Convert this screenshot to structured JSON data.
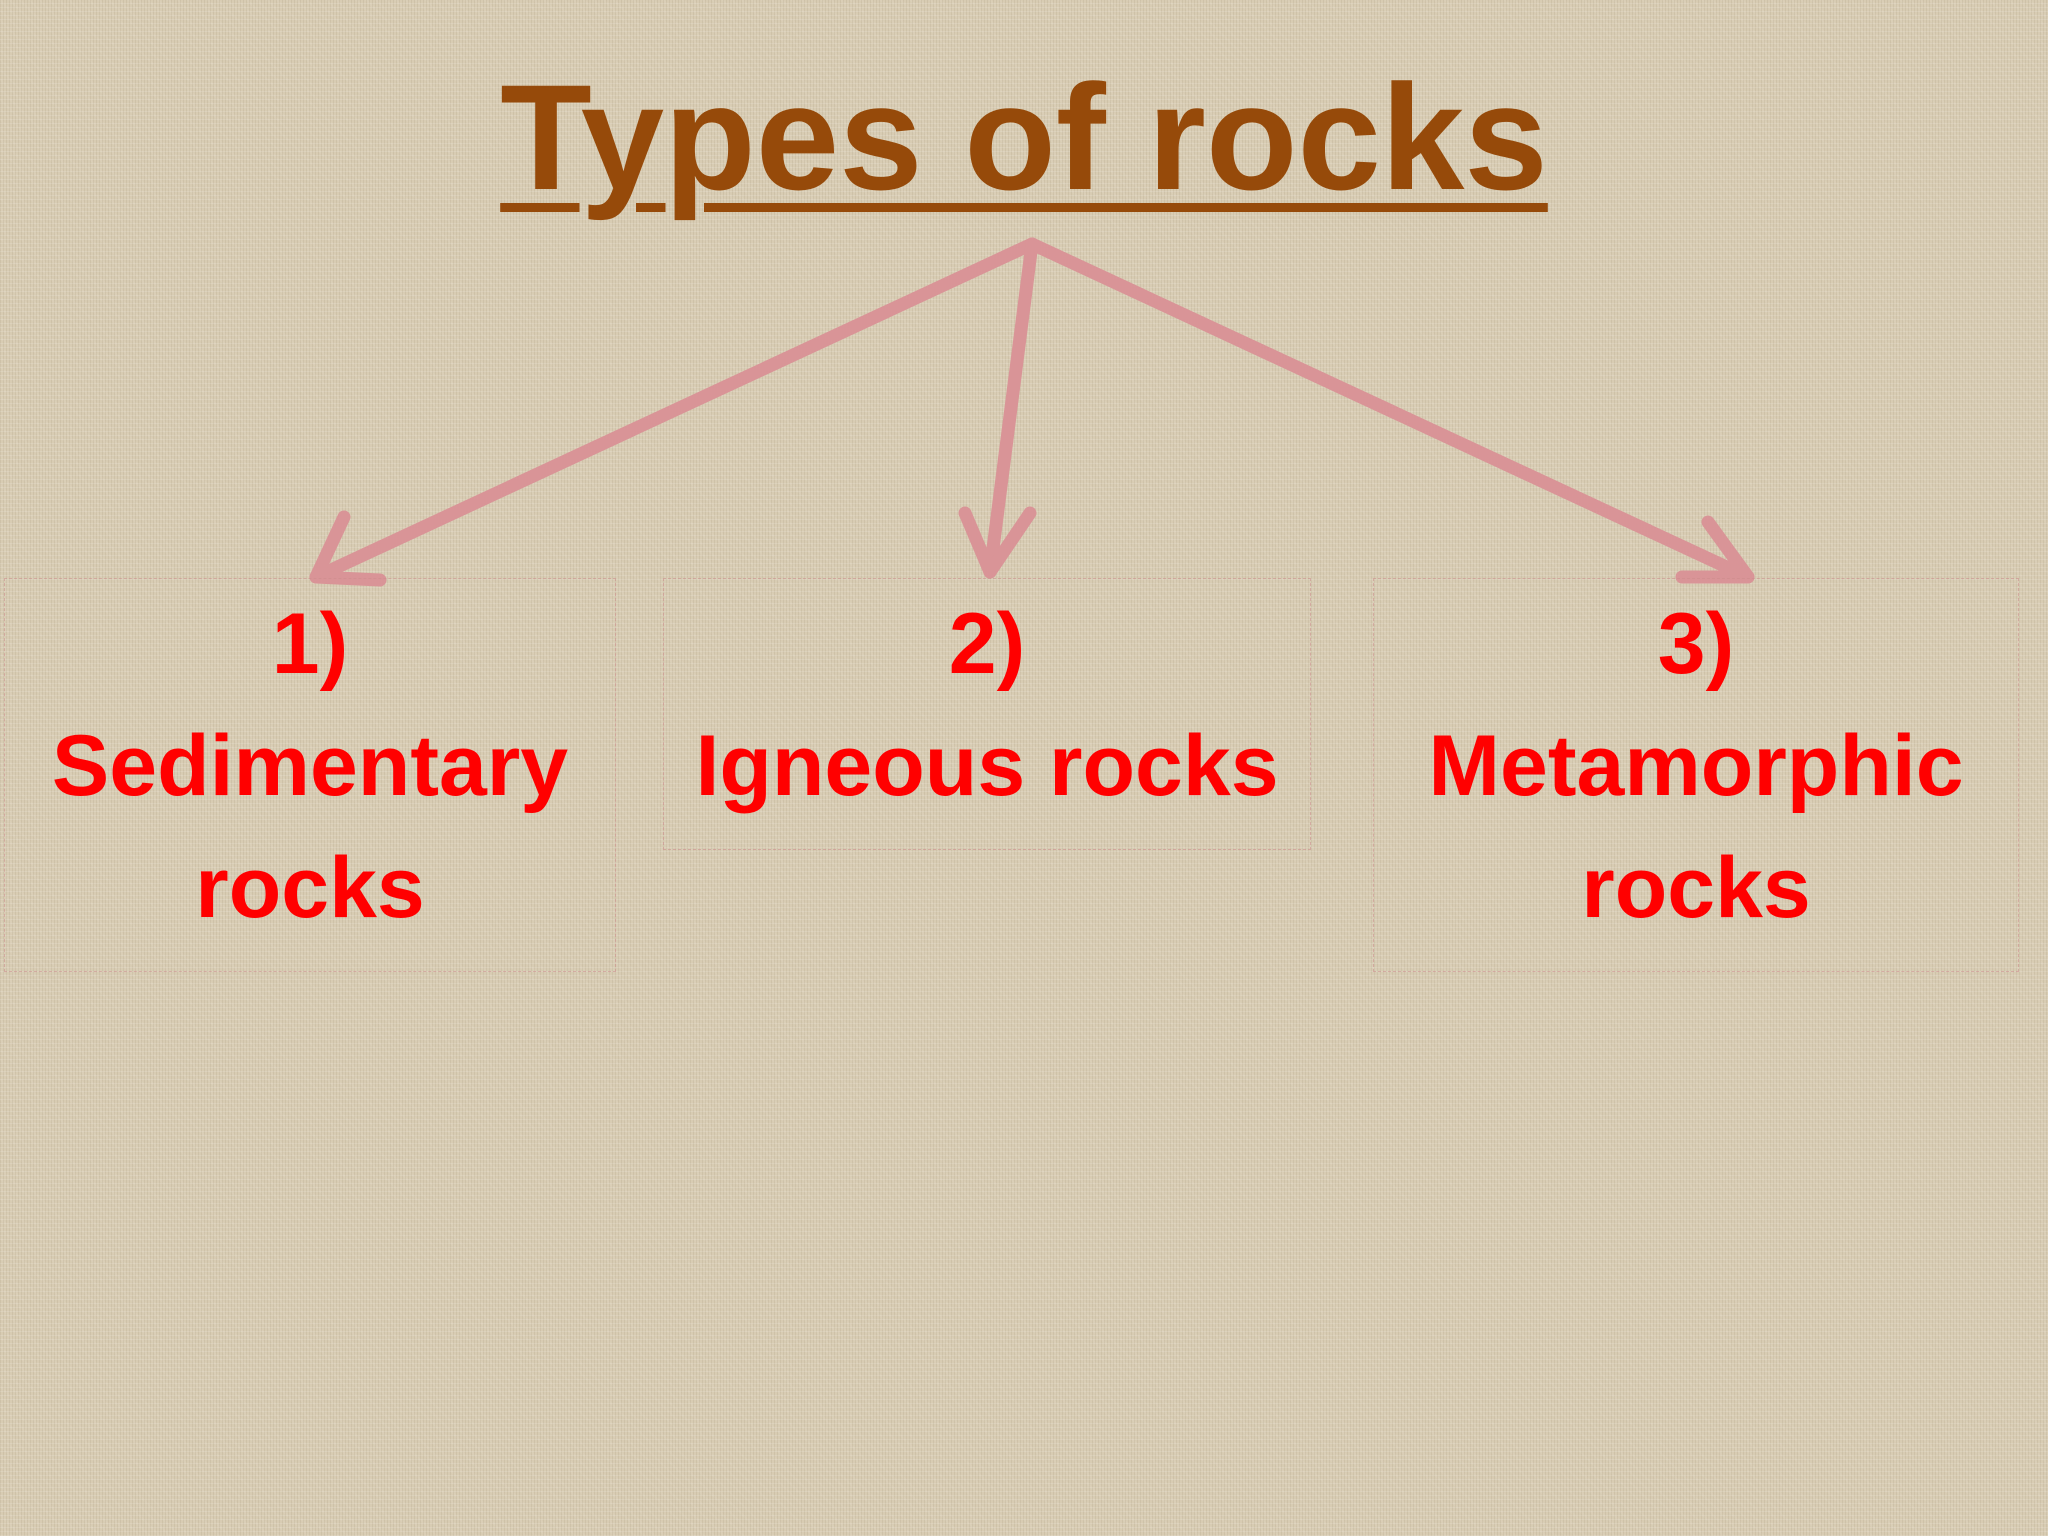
{
  "slide": {
    "title": "Types of rocks",
    "title_color": "#964a0a",
    "arrow_color": "#d99497",
    "item_color": "#ff0000",
    "items": [
      {
        "number": "1)",
        "name": "Sedimentary rocks"
      },
      {
        "number": "2)",
        "name": "Igneous rocks"
      },
      {
        "number": "3)",
        "name": "Metamorphic rocks"
      }
    ]
  }
}
